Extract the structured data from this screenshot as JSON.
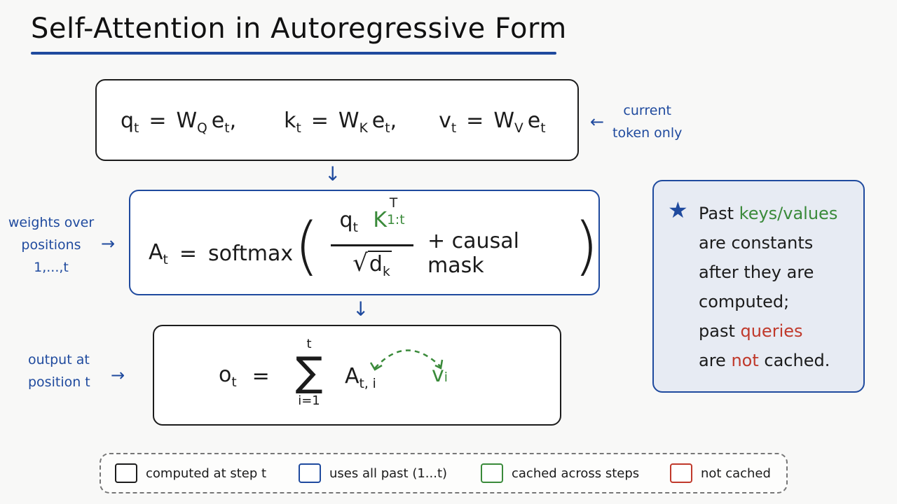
{
  "title": "Self-Attention in Autoregressive Form",
  "box1": {
    "q": "q",
    "q_sub": "t",
    "eq1": "=",
    "w1": "W",
    "w1_sub": "Q",
    "e1": "e",
    "e1_sub": "t",
    "c1": ",",
    "k": "k",
    "k_sub": "t",
    "eq2": "=",
    "w2": "W",
    "w2_sub": "K",
    "e2": "e",
    "e2_sub": "t",
    "c2": ",",
    "v": "v",
    "v_sub": "t",
    "eq3": "=",
    "w3": "W",
    "w3_sub": "V",
    "e3": "e",
    "e3_sub": "t",
    "note_line1": "current",
    "note_line2": "token only"
  },
  "box2": {
    "a": "A",
    "a_sub": "t",
    "eq": "=",
    "softmax": "softmax",
    "num_q": "q",
    "num_q_sub": "t",
    "num_k": "K",
    "num_k_sub": "1:t",
    "num_k_sup": "T",
    "den_d": "d",
    "den_d_sub": "k",
    "plus": "+ causal mask",
    "note_line1": "weights over",
    "note_line2": "positions",
    "note_line3": "1,...,t"
  },
  "box3": {
    "o": "o",
    "o_sub": "t",
    "eq": "=",
    "sum_top": "t",
    "sum_bottom": "i=1",
    "a": "A",
    "a_sub": "t, i",
    "v": "v",
    "v_sub": "i",
    "note_line1": "output at",
    "note_line2": "position t"
  },
  "note": {
    "l1_a": "Past ",
    "l1_b": "keys/values",
    "l2": "are constants",
    "l3": "after they are",
    "l4": "computed;",
    "l5_a": "past ",
    "l5_b": "queries",
    "l6_a": "are ",
    "l6_b": "not",
    "l6_c": " cached."
  },
  "legend": {
    "items": [
      {
        "label": "computed at step t",
        "color": "#1c1c1c"
      },
      {
        "label": "uses all past (1...t)",
        "color": "#1f4a9e"
      },
      {
        "label": "cached across steps",
        "color": "#3a8a3a"
      },
      {
        "label": "not cached",
        "color": "#c0392b"
      }
    ]
  },
  "colors": {
    "accent": "#1f4a9e",
    "cached": "#3a8a3a",
    "not_cached": "#c0392b",
    "note_bg": "#e7ebf3"
  },
  "icons": {
    "star": "star-icon",
    "arrow_left": "arrow-left-icon",
    "arrow_right": "arrow-right-icon",
    "arrow_down": "arrow-down-icon",
    "curved_arrow": "curved-double-arrow-icon"
  }
}
